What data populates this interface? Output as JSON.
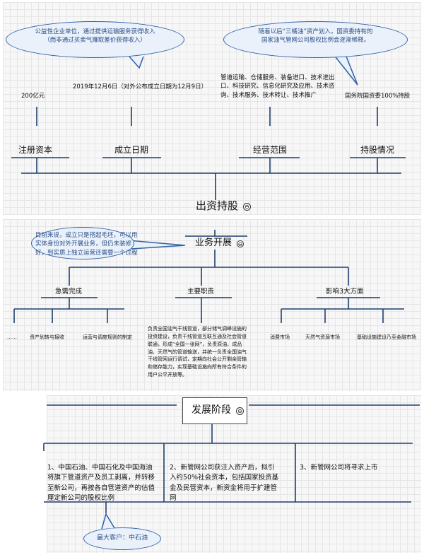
{
  "section1": {
    "root": "出资持股",
    "branches": [
      {
        "title": "注册资本",
        "detail": "200亿元"
      },
      {
        "title": "成立日期",
        "detail": "2019年12月6日（对外公布成立日期为12月9日）"
      },
      {
        "title": "经营范围",
        "detail_lines": [
          "管道运输、仓储服务、装备进口、技术进出",
          "口、科技研究、信息化研究及应用、技术咨",
          "询、技术服务、技术转让、技术推广"
        ]
      },
      {
        "title": "持股情况",
        "detail": "国务院国资委100%持股"
      }
    ],
    "callout_left_lines": [
      "公益性企业单位，通过提供运输服务获得收入",
      "（而非通过买卖气赚取差价获得收入）"
    ],
    "callout_right_lines": [
      "随着以后“三桶油”资产划入，国资委持有的",
      "国家油气管网公司股权比例会逐渐稀释。"
    ]
  },
  "section2": {
    "root": "业务开展",
    "callout_lines": [
      "目前来说，成立只是搭起毛坯，可以用",
      "实体身份对外开展业务，但仍未装修",
      "好，到实质上独立运营还需要一个过程"
    ],
    "groups": [
      {
        "title": "急需完成",
        "leaves": [
          "……",
          "资产划转与接收",
          "运营与调度规则的制定"
        ]
      },
      {
        "title": "主要职责",
        "detail_lines": [
          "负责全国油气干线管道，部分储气调峰设施的",
          "投资建设，负责干线管道互联互通及社会管道",
          "联通，形成“全国一张网”，负责原油、成品",
          "油、天然气的管道输送，并统一负责全国油气",
          "干线管网运行调试，定期向社会公开剩余管输",
          "和储存能力，实现基础设施向所有符合条件的",
          "用户公平开放等。"
        ]
      },
      {
        "title": "影响3大方面",
        "leaves": [
          "消费市场",
          "天然气资源市场",
          "基础设施建设乃至金融市场"
        ]
      }
    ]
  },
  "section3": {
    "root": "发展阶段",
    "stages": [
      {
        "lines": [
          "1、中国石油、中国石化及中国海油",
          "将旗下管道资产及员工剥离，并转移",
          "至新公司，再按各自管道资产的估值",
          "厘定新公司的股权比例"
        ]
      },
      {
        "lines": [
          "2、新管网公司获注入资产后，拟引",
          "入约50%社会资本，包括国家投资基",
          "金及民营资本，新资金将用于扩建管",
          "网"
        ]
      },
      {
        "lines": [
          "3、新管网公司将寻求上市"
        ]
      }
    ],
    "callout": "最大客户：中石油"
  },
  "ui": {
    "collapse_glyph": "⊖"
  },
  "colors": {
    "accent": "#3565a8",
    "line": "#1f3f6e",
    "bubble_fill": "#eaf1fb"
  }
}
